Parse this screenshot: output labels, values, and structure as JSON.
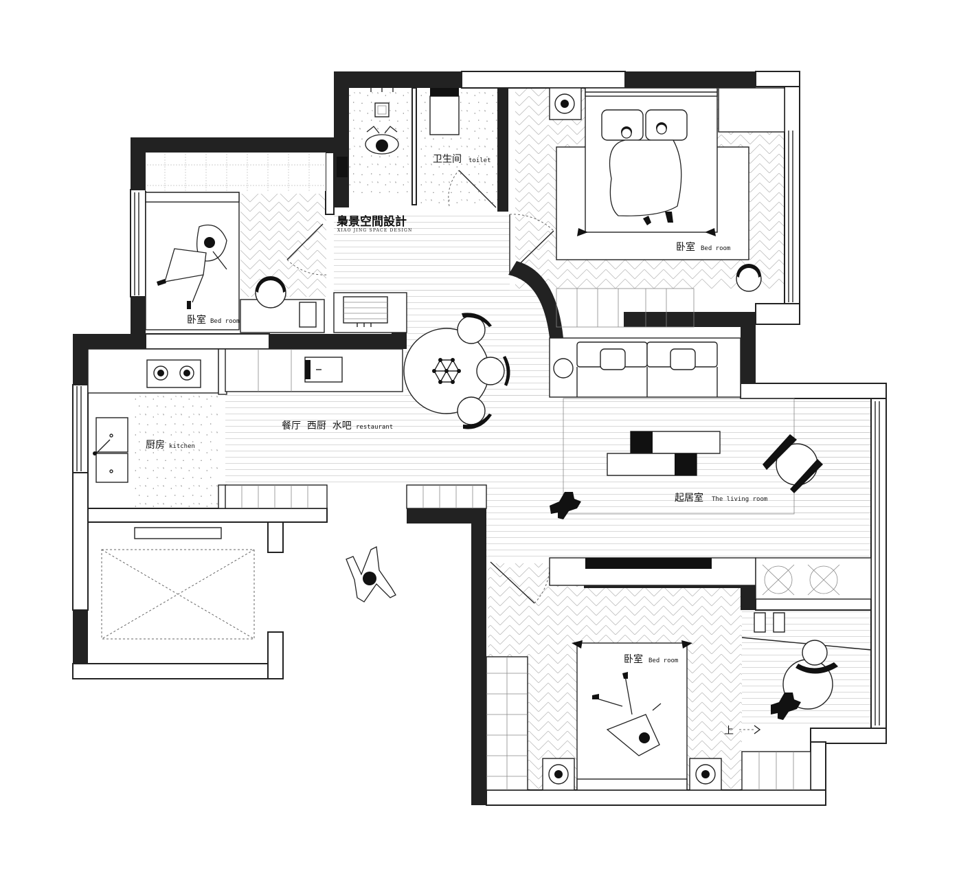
{
  "brand": {
    "name": "梟景空間設計",
    "subtitle": "XIAO JING SPACE DESIGN"
  },
  "rooms": [
    {
      "key": "bedroom_left",
      "cn": "卧室",
      "en": "Bed room"
    },
    {
      "key": "toilet",
      "cn": "卫生间",
      "en": "toilet"
    },
    {
      "key": "bedroom_master",
      "cn": "卧室",
      "en": "Bed room"
    },
    {
      "key": "dining",
      "cn": "餐厅  西厨  水吧",
      "en": "restaurant"
    },
    {
      "key": "kitchen",
      "cn": "厨房",
      "en": "kitchen"
    },
    {
      "key": "living",
      "cn": "起居室",
      "en": "The living room"
    },
    {
      "key": "bedroom_bottom",
      "cn": "卧室",
      "en": "Bed room"
    }
  ],
  "stair_marker": "上",
  "colors": {
    "wall": "#222222",
    "floor_speckle": "#f3f3f3",
    "background": "#ffffff"
  }
}
